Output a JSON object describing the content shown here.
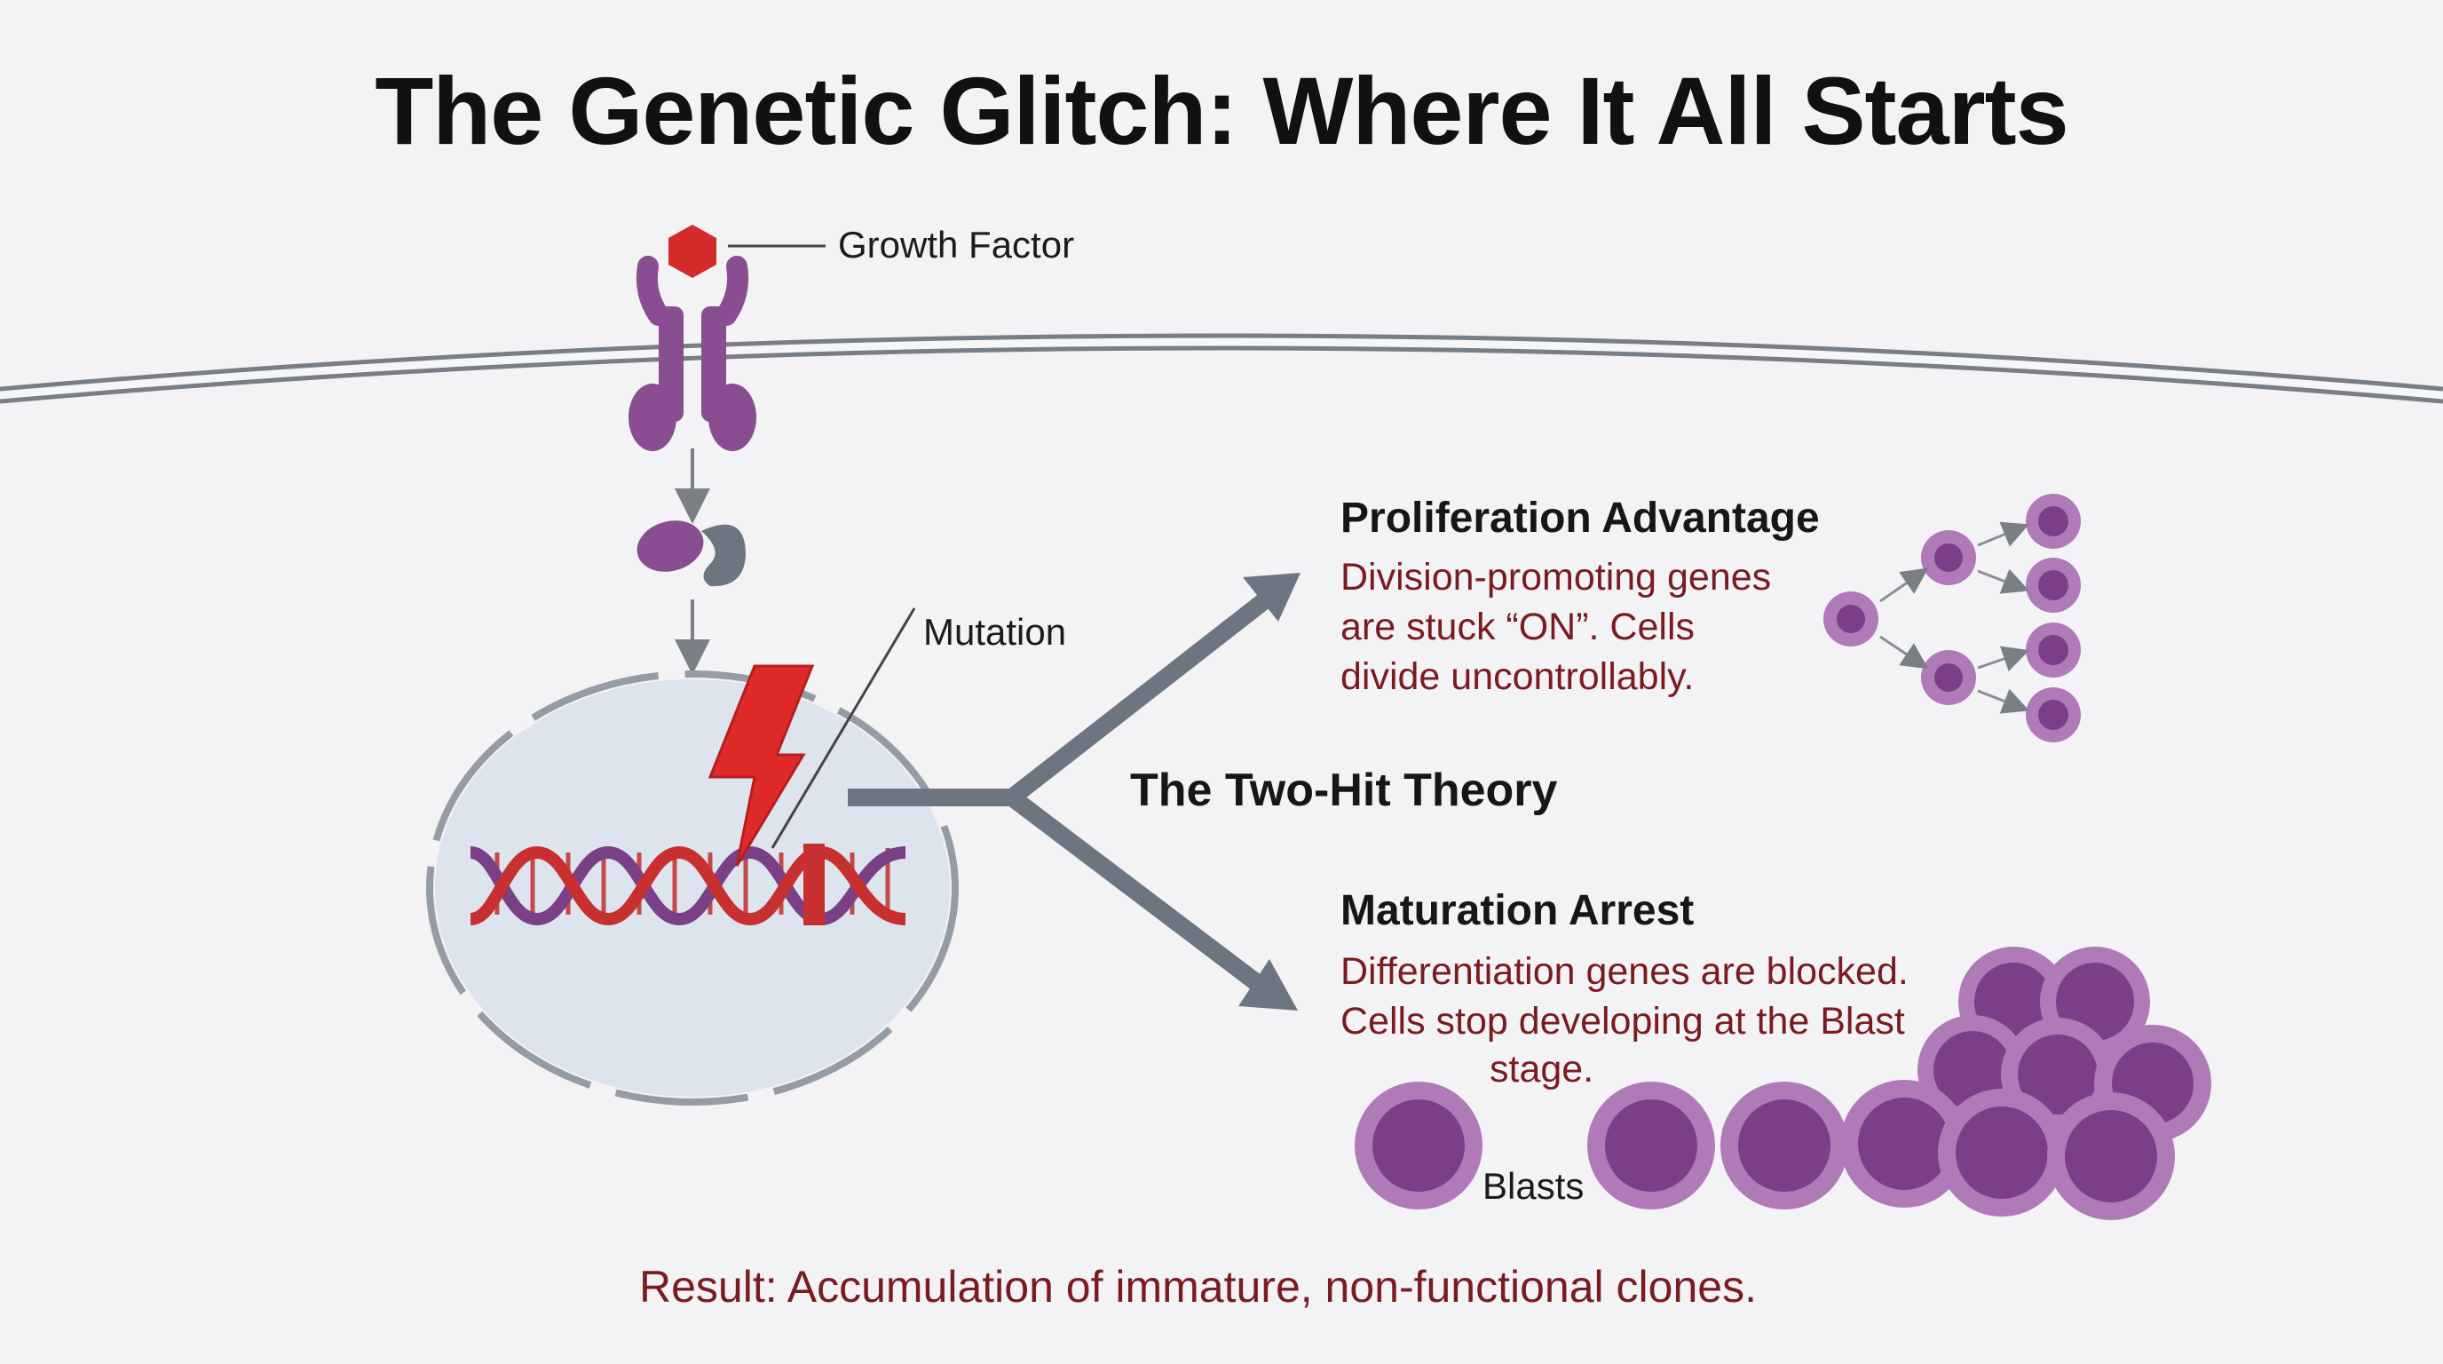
{
  "title": "The Genetic Glitch: Where It All Starts",
  "labels": {
    "growth_factor": "Growth Factor",
    "mutation": "Mutation",
    "two_hit_theory": "The Two-Hit Theory",
    "blasts": "Blasts"
  },
  "proliferation": {
    "heading": "Proliferation Advantage",
    "line1": "Division-promoting genes",
    "line2": "are stuck “ON”. Cells",
    "line3": "divide uncontrollably."
  },
  "maturation": {
    "heading": "Maturation Arrest",
    "line1": "Differentiation genes are blocked.",
    "line2": "Cells stop developing at the Blast",
    "line3": "stage."
  },
  "result": "Result: Accumulation of immature, non-functional clones.",
  "colors": {
    "receptor": "#8a4d92",
    "growth_factor": "#d42a2a",
    "lightning": "#e02a2a",
    "cell_outer": "#b07ab8",
    "cell_inner": "#7a3f86",
    "arrow": "#6c7580",
    "text_red": "#7a1b22"
  }
}
